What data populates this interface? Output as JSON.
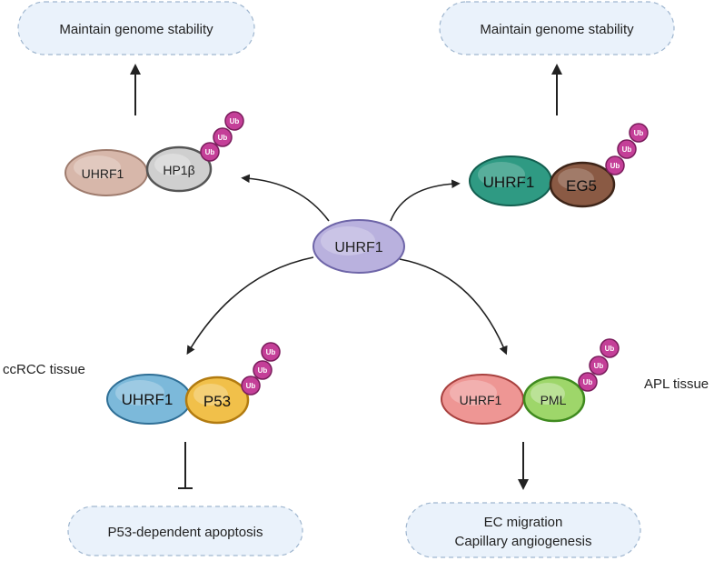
{
  "boxes": {
    "top_left": "Maintain genome stability",
    "top_right": "Maintain genome stability",
    "bottom_left": "P53-dependent apoptosis",
    "bottom_right_line1": "EC migration",
    "bottom_right_line2": "Capillary angiogenesis"
  },
  "center": {
    "label": "UHRF1"
  },
  "complexes": {
    "hp1b": {
      "uhrf1": "UHRF1",
      "partner": "HP1β"
    },
    "eg5": {
      "uhrf1": "UHRF1",
      "partner": "EG5"
    },
    "p53": {
      "uhrf1": "UHRF1",
      "partner": "P53"
    },
    "pml": {
      "uhrf1": "UHRF1",
      "partner": "PML"
    }
  },
  "ub_label": "Ub",
  "tissues": {
    "left": "ccRCC tissue",
    "right": "APL tissue"
  },
  "colors": {
    "box_fill": "#eaf2fb",
    "box_stroke": "#9fb6cf",
    "center_fill": "#b9b1de",
    "hp1b_uhrf1": "#d7b7aa",
    "hp1b_partner": "#cfcfcf",
    "eg5_uhrf1": "#2f9a83",
    "eg5_partner": "#8a5a44",
    "p53_uhrf1": "#7cb9da",
    "p53_partner": "#f1c04a",
    "pml_uhrf1": "#ee9694",
    "pml_partner": "#9ed66a",
    "ub": "#c43f98"
  }
}
